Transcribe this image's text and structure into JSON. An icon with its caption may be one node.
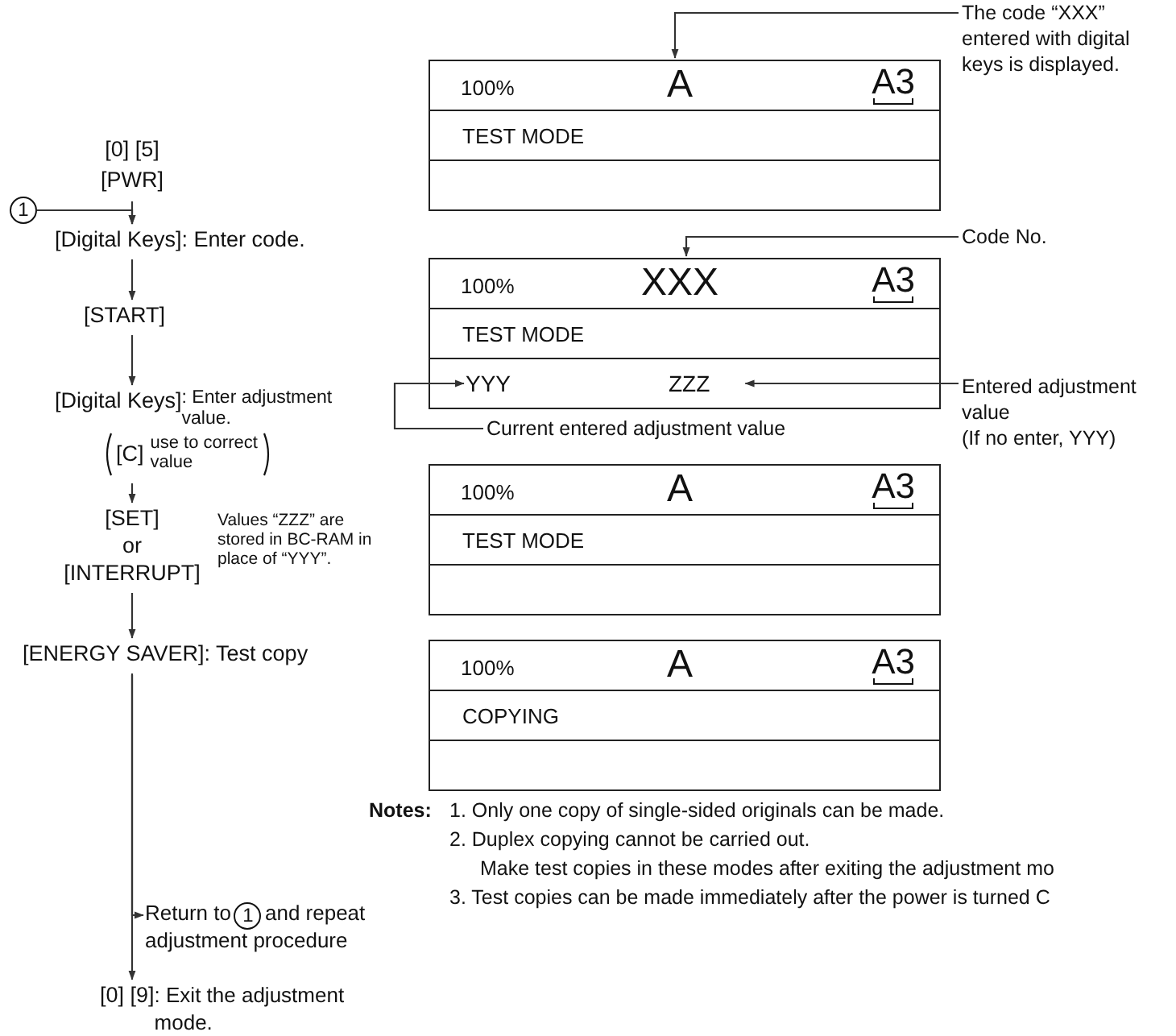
{
  "diagram": {
    "nodes": [
      {
        "text": [
          "1"
        ]
      },
      {
        "text": [
          "[0] [5]",
          "[PWR]"
        ]
      },
      {
        "text": [
          "[Digital Keys]: Enter code."
        ]
      },
      {
        "text": [
          "[START]"
        ]
      },
      {
        "text": [
          "[Digital Keys]",
          ": Enter adjustment value.",
          "[C]",
          "use to correct value"
        ]
      },
      {
        "text": [
          "[SET]",
          "or",
          "[INTERRUPT]"
        ],
        "beside": [
          "Values “ZZZ” are stored in BC-RAM in place of “YYY”."
        ]
      },
      {
        "text": [
          "[ENERGY SAVER]: Test copy"
        ]
      },
      {
        "text": [
          "Return to",
          "1",
          "and repeat adjustment procedure"
        ]
      },
      {
        "text": [
          "[0] [9]",
          ": Exit the adjustment mode."
        ]
      },
      {
        "text": [
          "The code “XXX” entered with digital keys is displayed."
        ]
      },
      {
        "text": [
          "100%",
          "A",
          "A3",
          "TEST MODE"
        ]
      },
      {
        "text": [
          "Code No."
        ]
      },
      {
        "text": [
          "100%",
          "XXX",
          "A3",
          "TEST MODE"
        ]
      },
      {
        "text": [
          "YYY"
        ],
        "in": 12
      },
      {
        "text": [
          "ZZZ"
        ],
        "in": 12
      },
      {
        "text": [
          "Entered adjustment value",
          "(If no enter, YYY)"
        ]
      },
      {
        "text": [
          "Current entered adjustment value"
        ]
      },
      {
        "text": [
          "100%",
          "A",
          "A3",
          "TEST MODE"
        ]
      },
      {
        "text": [
          "100%",
          "A",
          "A3",
          "COPYING"
        ]
      }
    ],
    "edges": [
      {
        "from": 0,
        "to": 2,
        "arrow": "to"
      },
      {
        "from": 1,
        "to": 2,
        "arrow": "to"
      },
      {
        "from": 2,
        "to": 3,
        "arrow": "to"
      },
      {
        "from": 3,
        "to": 4,
        "arrow": "to"
      },
      {
        "from": 4,
        "to": 5,
        "arrow": "to"
      },
      {
        "from": 5,
        "to": 6,
        "arrow": "to"
      },
      {
        "from": 6,
        "to": 8,
        "arrow": "to"
      },
      {
        "from": 6,
        "to": 7,
        "arrow": "to"
      },
      {
        "from": 9,
        "to": 10,
        "arrow": "to"
      },
      {
        "from": 11,
        "to": 12,
        "arrow": "to"
      },
      {
        "from": 15,
        "to": 14,
        "arrow": "to"
      },
      {
        "from": 16,
        "to": 13,
        "arrow": "to"
      }
    ],
    "labels": [
      "Notes:",
      "1.  Only one copy of single-sided originals can be made.",
      "2.  Duplex copying cannot be carried out.",
      "Make test copies in these modes after exiting the adjustment mo",
      "3. Test copies can be made immediately after the power is turned C"
    ]
  }
}
